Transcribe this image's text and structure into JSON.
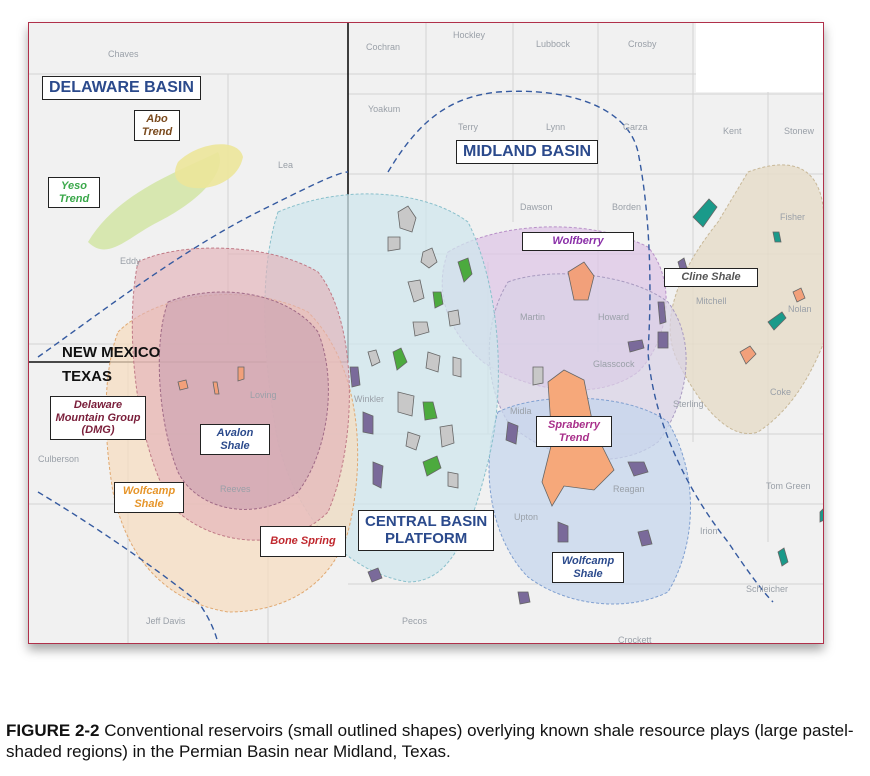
{
  "map": {
    "counties": [
      "Chaves",
      "Cochran",
      "Hockley",
      "Lubbock",
      "Crosby",
      "Yoakum",
      "Terry",
      "Lynn",
      "Garza",
      "Kent",
      "Stonew",
      "Lea",
      "Dawson",
      "Borden",
      "Fisher",
      "Eddy",
      "Martin",
      "Howard",
      "Mitchell",
      "Nolan",
      "Glasscock",
      "Sterling",
      "Coke",
      "Loving",
      "Winkler",
      "Midla",
      "Reeves",
      "Culberson",
      "Tom Green",
      "Upton",
      "Reagan",
      "Irion",
      "Schleicher",
      "Jeff Davis",
      "Pecos",
      "Crockett"
    ],
    "basins": {
      "delaware": "DELAWARE BASIN",
      "midland": "MIDLAND BASIN",
      "central": [
        "CENTRAL BASIN",
        "PLATFORM"
      ]
    },
    "states": {
      "nm": "NEW MEXICO",
      "tx": "TEXAS"
    },
    "plays": {
      "abo": [
        "Abo",
        "Trend"
      ],
      "yeso": [
        "Yeso",
        "Trend"
      ],
      "wolfberry": "Wolfberry",
      "cline": "Cline Shale",
      "dmg": [
        "Delaware",
        "Mountain Group",
        "(DMG)"
      ],
      "avalon": [
        "Avalon",
        "Shale"
      ],
      "spraberry": [
        "Spraberry",
        "Trend"
      ],
      "wolfcamp_west": [
        "Wolfcamp",
        "Shale"
      ],
      "bone_spring": "Bone Spring",
      "wolfcamp_east": [
        "Wolfcamp",
        "Shale"
      ]
    },
    "colors": {
      "delaware": "#2b4a8c",
      "abo": "#7a4a1e",
      "yeso": "#3aa84a",
      "wolfberry": "#8a2fa8",
      "cline": "#555555",
      "dmg": "#7a1e3a",
      "avalon": "#2b4a8c",
      "spraberry": "#a82f8a",
      "wolfcamp": "#e6952a",
      "bone_spring": "#c0282e",
      "border": "#b0304a"
    }
  },
  "caption": {
    "label": "FIGURE 2-2",
    "text": "Conventional reservoirs (small outlined shapes) overlying known shale resource plays (large pastel-shaded regions) in the Permian Basin near Midland, Texas."
  }
}
